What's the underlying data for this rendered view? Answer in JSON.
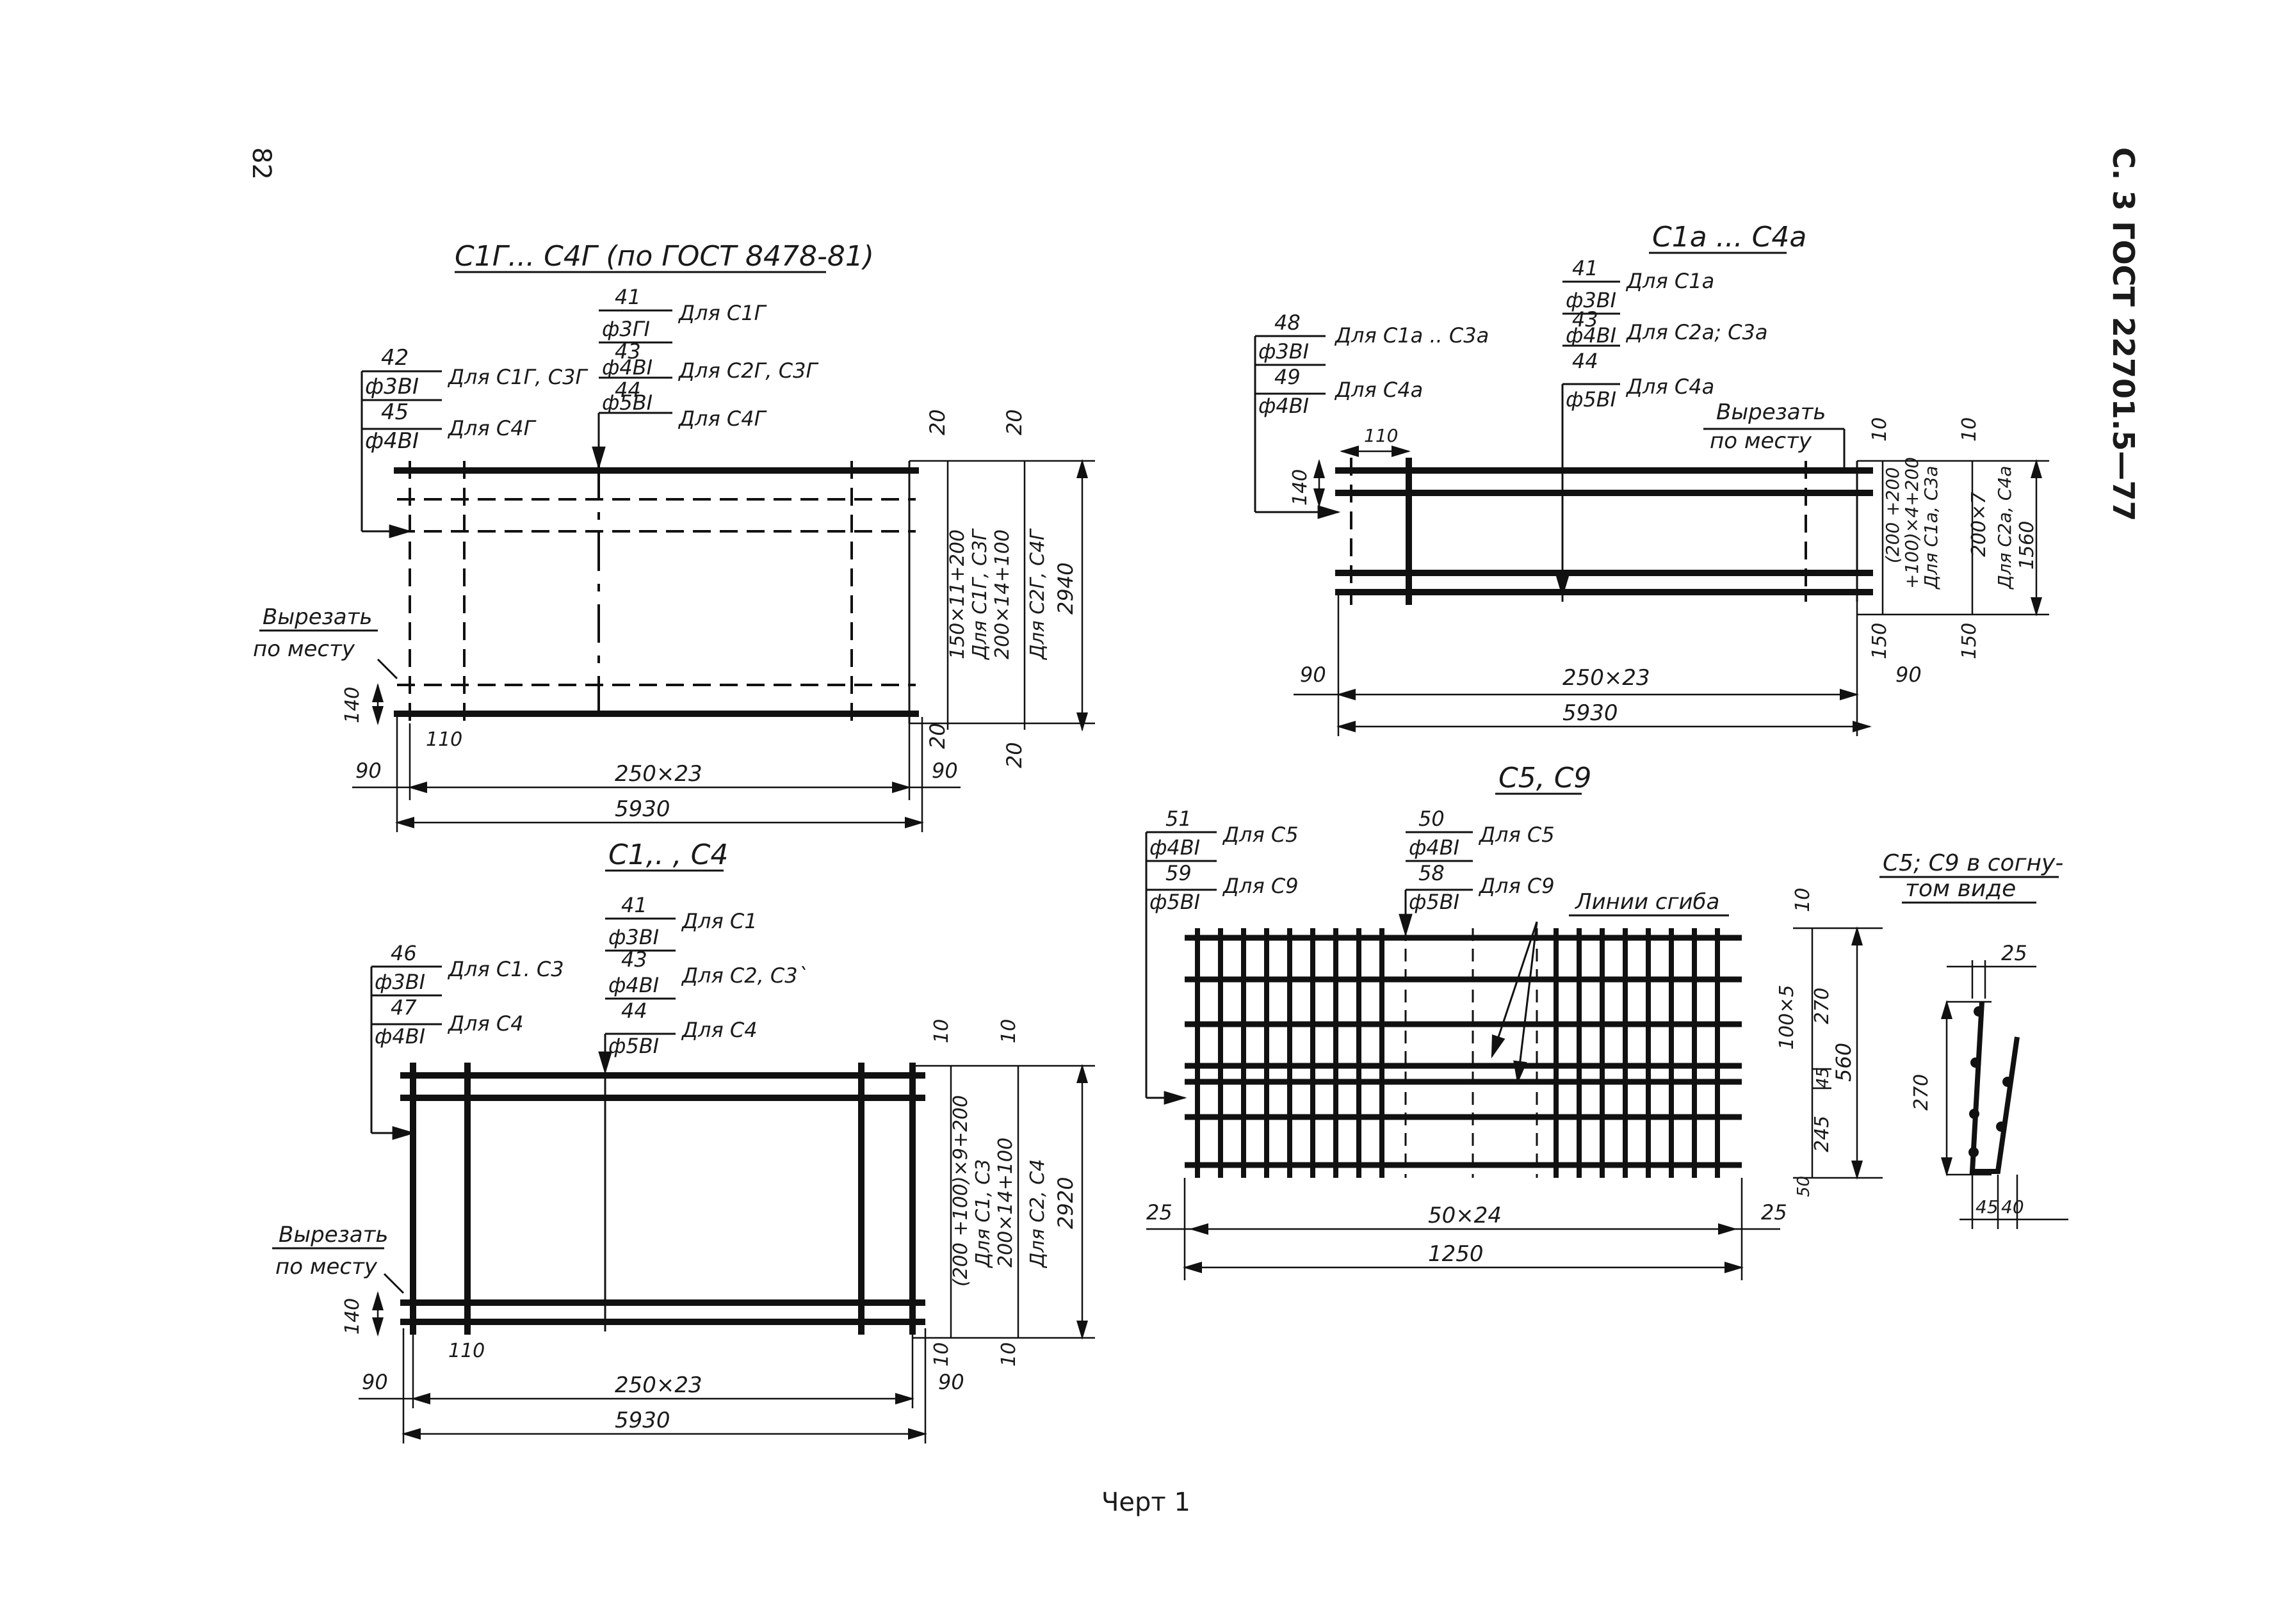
{
  "header": {
    "page_number": "82",
    "standard": "С. 3 ГОСТ 22701.5—77"
  },
  "caption": "Черт 1",
  "panel_c1g": {
    "title": "С1Г... С4Г (по ГОСТ 8478-81)",
    "left_callouts": [
      {
        "num": "42",
        "bar": "ф3BI",
        "note": "Для С1Г, С3Г"
      },
      {
        "num": "45",
        "bar": "ф4BI",
        "note": "Для С4Г"
      }
    ],
    "mid_callouts": [
      {
        "num": "41",
        "bar": "ф3ГI",
        "note": "Для С1Г"
      },
      {
        "num": "43",
        "bar": "ф4ВI",
        "note": "Для С2Г, С3Г"
      },
      {
        "num": "44",
        "bar": "ф5ВI",
        "note": "Для С4Г"
      }
    ],
    "cut_note": [
      "Вырезать",
      "по месту"
    ],
    "dims": {
      "top_right_a": "20",
      "top_right_b": "20",
      "bot_right_a": "20",
      "bot_right_b": "20",
      "pitch_v1": "150×11+200",
      "pitch_v1_note": "Для С1Г, С3Г",
      "pitch_v2": "200×14+100",
      "pitch_v2_note": "Для С2Г, С4Г",
      "height": "2940",
      "edge_h": "140",
      "edge_w": "110",
      "left_off": "90",
      "right_off": "90",
      "pitch_h": "250×23",
      "length": "5930"
    }
  },
  "panel_c1a": {
    "title": "С1а ... С4а",
    "left_callouts": [
      {
        "num": "48",
        "bar": "ф3BI",
        "note": "Для С1а .. С3а"
      },
      {
        "num": "49",
        "bar": "ф4BI",
        "note": "Для С4а"
      }
    ],
    "mid_callouts": [
      {
        "num": "41",
        "bar": "ф3BI",
        "note": "Для С1а"
      },
      {
        "num": "43",
        "bar": "ф4BI",
        "note": "Для С2а; С3а"
      },
      {
        "num": "44",
        "bar": "ф5BI",
        "note": "Для С4а"
      }
    ],
    "cut_note": [
      "Вырезать",
      "по месту"
    ],
    "dims": {
      "edge_w": "110",
      "edge_h": "140",
      "top_a": "10",
      "top_b": "10",
      "pitch_v1": "(200 +200",
      "pitch_v1b": "+100)×4+200",
      "pitch_v1_note": "Для С1а, С3а",
      "pitch_v2": "200×7",
      "pitch_v2_note": "Для С2а, С4а",
      "height": "1560",
      "bot_a": "150",
      "bot_b": "150",
      "left_off": "90",
      "right_off": "90",
      "pitch_h": "250×23",
      "length": "5930"
    }
  },
  "panel_c1": {
    "title": "С1,. , С4",
    "left_callouts": [
      {
        "num": "46",
        "bar": "ф3BI",
        "note": "Для С1. С3"
      },
      {
        "num": "47",
        "bar": "ф4BI",
        "note": "Для С4"
      }
    ],
    "mid_callouts": [
      {
        "num": "41",
        "bar": "ф3BI",
        "note": "Для С1"
      },
      {
        "num": "43",
        "bar": "ф4BI",
        "note": "Для С2, С3`"
      },
      {
        "num": "44",
        "bar": "ф5BI",
        "note": "Для С4"
      }
    ],
    "cut_note": [
      "Вырезать",
      "по месту"
    ],
    "dims": {
      "top_a": "10",
      "top_b": "10",
      "pitch_v1": "(200 +100)×9+200",
      "pitch_v1_note": "Для С1, С3",
      "pitch_v2": "200×14+100",
      "pitch_v2_note": "Для С2, С4",
      "height": "2920",
      "edge_h": "140",
      "edge_w": "110",
      "bot_a": "10",
      "bot_b": "10",
      "left_off": "90",
      "right_off": "90",
      "pitch_h": "250×23",
      "length": "5930"
    }
  },
  "panel_c5": {
    "title": "С5, С9",
    "left_callouts": [
      {
        "num": "51",
        "bar": "ф4BI",
        "note": "Для С5"
      },
      {
        "num": "59",
        "bar": "ф5BI",
        "note": "Для С9"
      }
    ],
    "mid_callouts": [
      {
        "num": "50",
        "bar": "ф4BI",
        "note": "Для С5"
      },
      {
        "num": "58",
        "bar": "ф5BI",
        "note": "Для С9"
      }
    ],
    "bend_note": "Линии сгиба",
    "dims": {
      "top": "10",
      "pitch_v": "100×5",
      "d270": "270",
      "d45": "45",
      "d245": "245",
      "d50": "50",
      "height": "560",
      "left_off": "25",
      "right_off": "25",
      "pitch_h": "50×24",
      "length": "1250"
    }
  },
  "panel_bent": {
    "title": "С5; С9 в согну-",
    "title2": "том виде",
    "dims": {
      "top": "25",
      "height": "270",
      "a": "45",
      "b": "40"
    }
  }
}
